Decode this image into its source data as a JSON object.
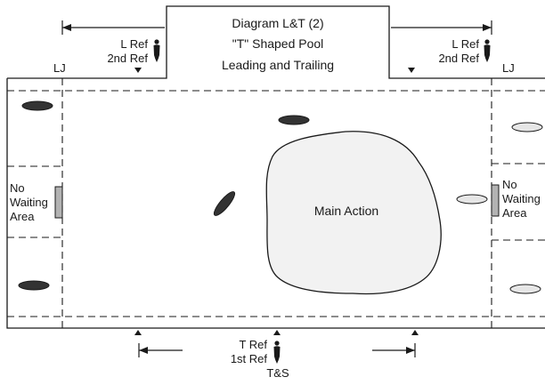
{
  "title": {
    "line1": "Diagram L&T (2)",
    "line2": "\"T\" Shaped Pool",
    "line3": "Leading and Trailing"
  },
  "left_ref": {
    "line1": "L Ref",
    "line2": "2nd Ref"
  },
  "right_ref": {
    "line1": "L Ref",
    "line2": "2nd Ref"
  },
  "bottom_ref": {
    "line1": "T Ref",
    "line2": "1st Ref",
    "line3": "T&S"
  },
  "left_lj": "LJ",
  "right_lj": "LJ",
  "left_no_waiting": {
    "line1": "No",
    "line2": "Waiting",
    "line3": "Area"
  },
  "right_no_waiting": {
    "line1": "No",
    "line2": "Waiting",
    "line3": "Area"
  },
  "main_action": "Main Action",
  "icons": [
    "referee-figure-icon",
    "position-marker-triangle-icon",
    "direction-arrow-icon",
    "player-ellipse-icon"
  ],
  "colors": {
    "dark_player": "#333333",
    "light_player": "#e6e6e6",
    "main_action_fill": "#f2f2f2",
    "line": "#1a1a1a",
    "wall_marker": "#b3b3b3"
  }
}
